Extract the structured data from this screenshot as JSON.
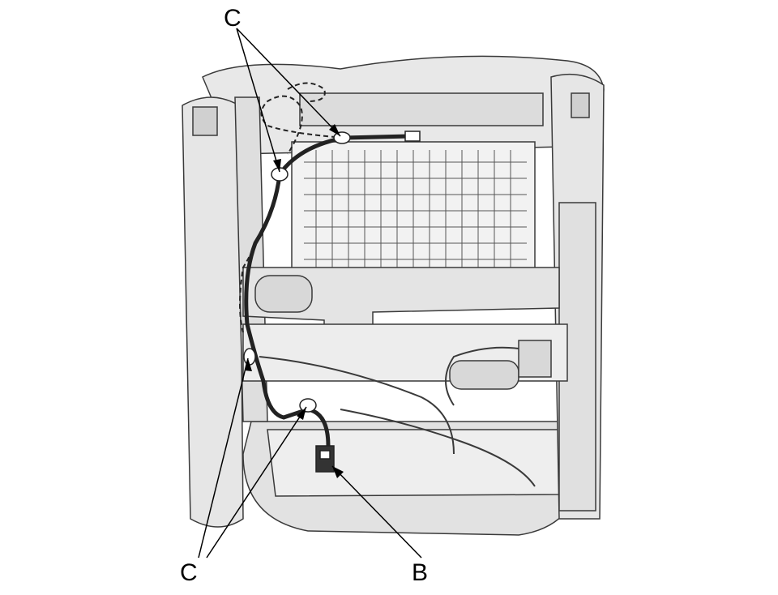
{
  "labels": {
    "c_top": "C",
    "c_bottom": "C",
    "b": "B"
  },
  "colors": {
    "frame_fill": "#e6e6e6",
    "frame_dark": "#cfcfcf",
    "outline": "#3a3a3a",
    "harness": "#222222"
  }
}
